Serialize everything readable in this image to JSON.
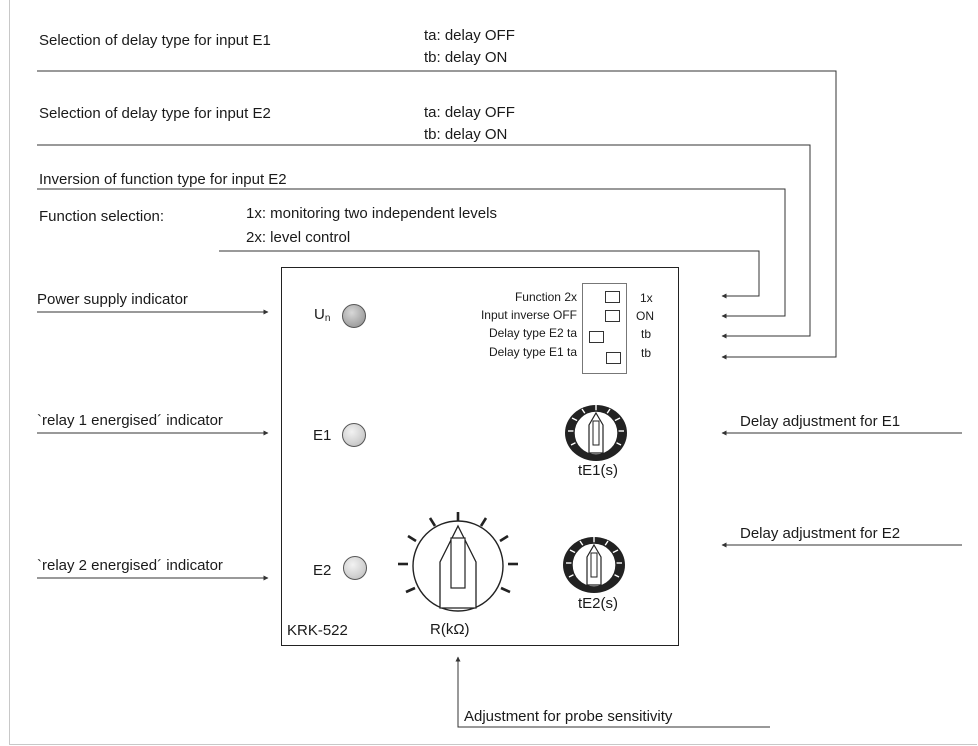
{
  "title": "KRK-522",
  "annotations": {
    "delay_e1": "Selection of delay type for input E1",
    "delay_e1_ta": "ta: delay OFF",
    "delay_e1_tb": "tb: delay ON",
    "delay_e2": "Selection of delay type for input E2",
    "delay_e2_ta": "ta: delay OFF",
    "delay_e2_tb": "tb: delay ON",
    "inversion": "Inversion of function type for input E2",
    "function_selection": "Function selection:",
    "function_1x": "1x: monitoring two independent levels",
    "function_2x": "2x: level control",
    "power_supply": "Power supply indicator",
    "relay1": "`relay 1 energised´ indicator",
    "relay2": "`relay 2 energised´ indicator",
    "delay_adj_e1": "Delay adjustment for E1",
    "delay_adj_e2": "Delay adjustment for E2",
    "probe_sensitivity": "Adjustment for probe sensitivity"
  },
  "device": {
    "model": "KRK-522",
    "led_un": "U",
    "led_un_sub": "n",
    "led_e1": "E1",
    "led_e2": "E2",
    "knob_te1": "tE1(s)",
    "knob_te2": "tE2(s)",
    "knob_r": "R(kΩ)"
  },
  "dip_switches": {
    "left": [
      "Function 2x",
      "Input inverse OFF",
      "Delay type E2 ta",
      "Delay type E1 ta"
    ],
    "right": [
      "1x",
      "ON",
      "tb",
      "tb"
    ]
  }
}
